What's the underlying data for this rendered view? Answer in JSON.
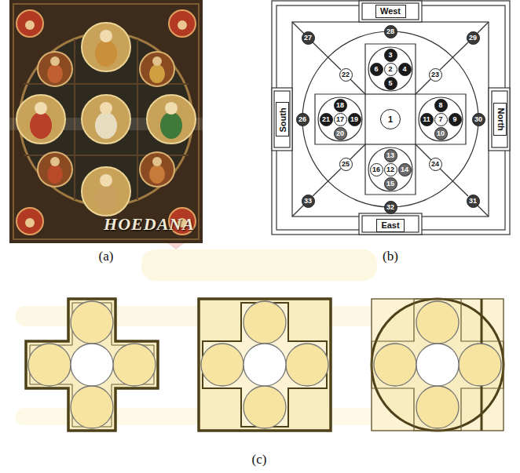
{
  "diagram": {
    "nodes": [
      {
        "text": [
          "West"
        ]
      },
      {
        "text": [
          "27"
        ]
      },
      {
        "text": [
          "28"
        ]
      },
      {
        "text": [
          "29"
        ]
      },
      {
        "text": [
          "3"
        ]
      },
      {
        "text": [
          "6"
        ]
      },
      {
        "text": [
          "2"
        ]
      },
      {
        "text": [
          "4"
        ]
      },
      {
        "text": [
          "5"
        ]
      },
      {
        "text": [
          "22"
        ]
      },
      {
        "text": [
          "23"
        ]
      },
      {
        "text": [
          "South"
        ]
      },
      {
        "text": [
          "26"
        ]
      },
      {
        "text": [
          "18"
        ]
      },
      {
        "text": [
          "21"
        ]
      },
      {
        "text": [
          "17"
        ]
      },
      {
        "text": [
          "19"
        ]
      },
      {
        "text": [
          "20"
        ]
      },
      {
        "text": [
          "1"
        ]
      },
      {
        "text": [
          "8"
        ]
      },
      {
        "text": [
          "11"
        ]
      },
      {
        "text": [
          "7"
        ]
      },
      {
        "text": [
          "9"
        ]
      },
      {
        "text": [
          "10"
        ]
      },
      {
        "text": [
          "30"
        ]
      },
      {
        "text": [
          "North"
        ]
      },
      {
        "text": [
          "25"
        ]
      },
      {
        "text": [
          "24"
        ]
      },
      {
        "text": [
          "13"
        ]
      },
      {
        "text": [
          "16"
        ]
      },
      {
        "text": [
          "12"
        ]
      },
      {
        "text": [
          "14"
        ]
      },
      {
        "text": [
          "15"
        ]
      },
      {
        "text": [
          "33"
        ]
      },
      {
        "text": [
          "32"
        ]
      },
      {
        "text": [
          "31"
        ]
      },
      {
        "text": [
          "East"
        ]
      }
    ],
    "edges": [
      {
        "from": 1,
        "to": 9,
        "arrow": "none"
      },
      {
        "from": 3,
        "to": 10,
        "arrow": "none"
      },
      {
        "from": 33,
        "to": 26,
        "arrow": "none"
      },
      {
        "from": 35,
        "to": 27,
        "arrow": "none"
      }
    ],
    "labels": [
      "HOEDANA",
      "(a)",
      "(b)",
      "(c)"
    ]
  }
}
